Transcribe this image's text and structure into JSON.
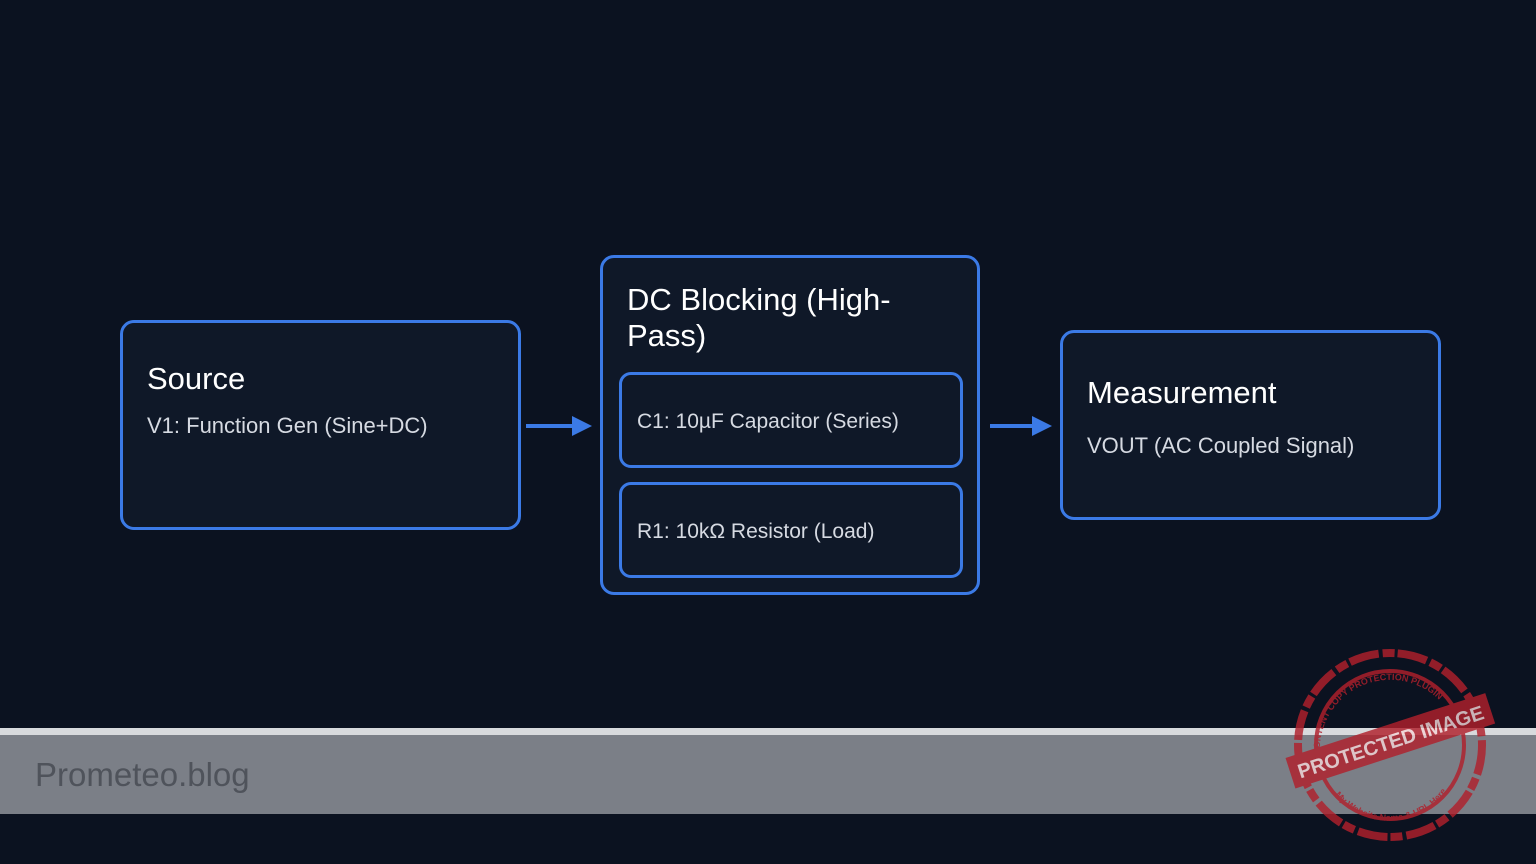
{
  "source": {
    "title": "Source",
    "subtitle": "V1: Function Gen (Sine+DC)"
  },
  "filter": {
    "title": "DC Blocking (High-Pass)",
    "components": [
      {
        "label": "C1: 10µF Capacitor (Series)"
      },
      {
        "label": "R1: 10kΩ Resistor (Load)"
      }
    ]
  },
  "measurement": {
    "title": "Measurement",
    "subtitle": "VOUT (AC Coupled Signal)"
  },
  "footer": {
    "brand": "Prometeo.blog"
  },
  "watermark": {
    "main_text": "PROTECTED IMAGE",
    "ring_top": "CONTENT COPY PROTECTION PLUGIN",
    "ring_bottom": "My Website Name & URL Here"
  },
  "colors": {
    "background": "#0b1220",
    "accent": "#3b7ae6",
    "footer": "#7b7f87",
    "stamp": "#b0202c"
  }
}
